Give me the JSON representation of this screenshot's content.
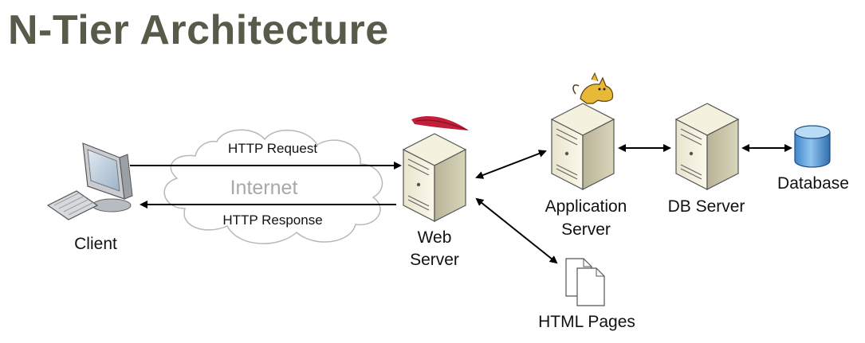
{
  "title": "N-Tier Architecture",
  "nodes": {
    "client": "Client",
    "web_server_line1": "Web",
    "web_server_line2": "Server",
    "app_server_line1": "Application",
    "app_server_line2": "Server",
    "db_server": "DB Server",
    "database": "Database",
    "html_pages": "HTML Pages"
  },
  "cloud": {
    "label": "Internet",
    "request": "HTTP Request",
    "response": "HTTP Response"
  },
  "icons": {
    "web_server_badge": "feather-icon",
    "app_server_badge": "tomcat-cat-icon"
  }
}
